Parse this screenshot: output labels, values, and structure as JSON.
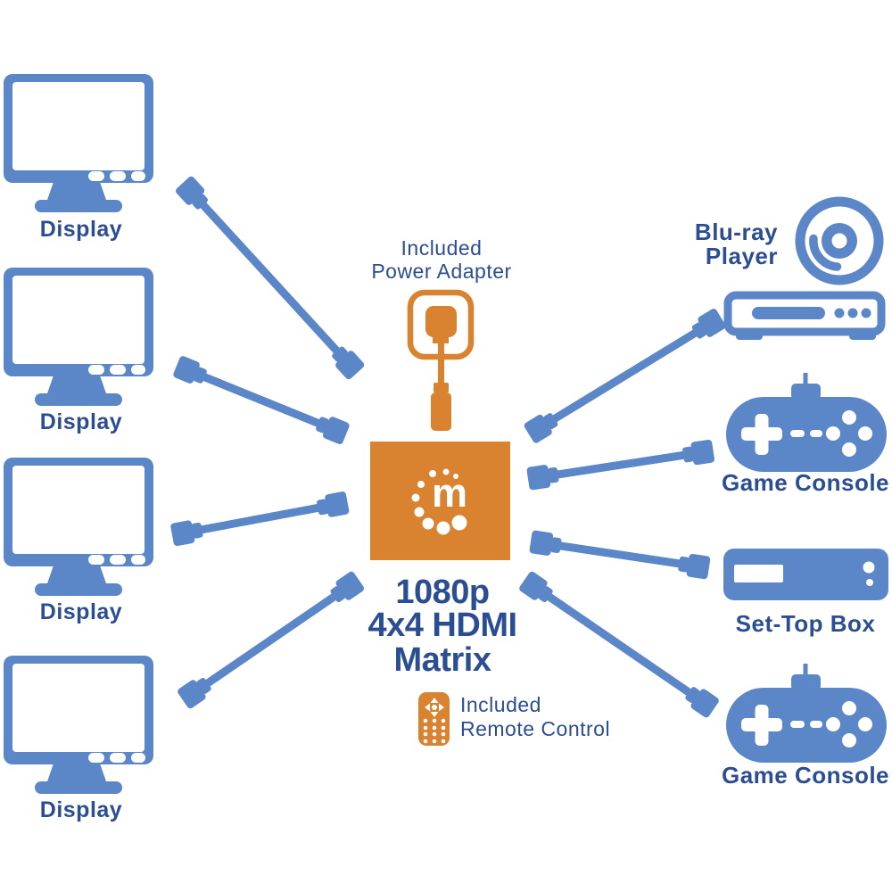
{
  "diagram_title": {
    "line1": "1080p",
    "line2": "4x4 HDMI",
    "line3": "Matrix"
  },
  "logo_letter": "m",
  "power_adapter": {
    "line1": "Included",
    "line2": "Power Adapter"
  },
  "remote_control": {
    "line1": "Included",
    "line2": "Remote Control"
  },
  "displays": [
    "Display",
    "Display",
    "Display",
    "Display"
  ],
  "sources": {
    "bluray": {
      "line1": "Blu-ray",
      "line2": "Player"
    },
    "game_console_top": "Game Console",
    "set_top_box": "Set-Top Box",
    "game_console_bottom": "Game Console"
  },
  "colors": {
    "device_blue": "#5b86c7",
    "label_blue": "#2b4d91",
    "accent_orange": "#d9822f",
    "background": "#ffffff"
  }
}
